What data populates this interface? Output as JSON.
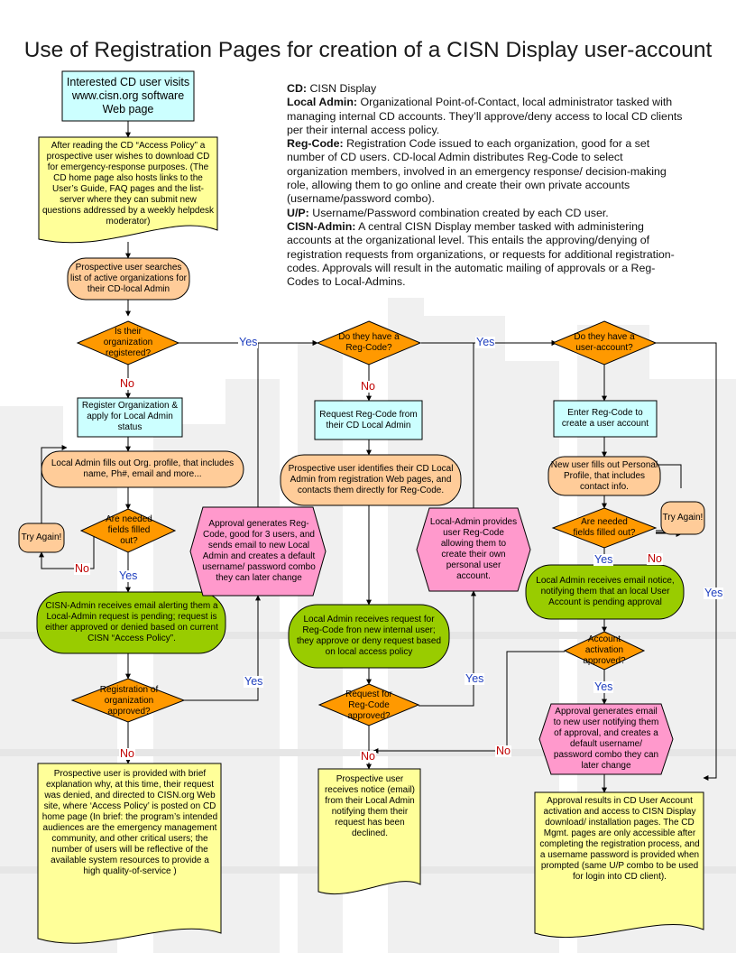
{
  "title": "Use of Registration Pages for creation of a CISN Display user-account",
  "legend": [
    {
      "term": "CD:",
      "text": " CISN Display"
    },
    {
      "term": "Local Admin:",
      "text": " Organizational Point-of-Contact, local administrator tasked with managing internal CD accounts. They’ll approve/deny access to local CD clients per their internal access policy."
    },
    {
      "term": "Reg-Code:",
      "text": " Registration Code issued to each organization, good for a set number of CD users. CD-local Admin distributes Reg-Code to select organization members, involved in an emergency response/ decision-making role, allowing them to go online and create their own private accounts (username/password combo)."
    },
    {
      "term": "U/P:",
      "text": " Username/Password combination created by each CD user."
    },
    {
      "term": "CISN-Admin:",
      "text": " A central CISN Display member tasked with administering accounts at the organizational level. This entails the approving/denying of registration requests from organizations, or requests for additional registration-codes.  Approvals will result in the automatic mailing of approvals or a Reg-Codes to Local-Admins."
    }
  ],
  "nodes": {
    "start": "Interested CD user visits www.cisn.org software Web page",
    "access_policy": "After reading the CD “Access Policy” a prospective user wishes to download CD for emergency-response purposes. (The CD home page also hosts links to the User’s Guide, FAQ pages and the list-server where they can submit new questions addressed by a weekly helpdesk moderator)",
    "search_orgs": "Prospective user searches list of active organizations for their CD-local Admin",
    "org_registered": "Is their organization registered?",
    "register_org": "Register Organization & apply for Local Admin status",
    "fill_org_profile": "Local Admin fills out Org. profile, that includes name, Ph#, email and more...",
    "fields_filled_1": "Are needed fields filled out?",
    "try_again_1": "Try Again!",
    "cisn_admin_email": "CISN-Admin receives email alerting them a Local-Admin request is pending; request is either approved or denied based on current CISN “Access Policy”.",
    "org_approved": "Registration of organization approved?",
    "org_denied": "Prospective user is provided with brief explanation why, at this time, their request was denied, and directed to CISN.org Web site, where ‘Access Policy’ is posted on CD home page (In brief: the program’s intended audiences are the emergency management community, and other critical users; the number of users will be reflective of the available system resources to provide a high quality-of-service )",
    "approval_regcode": "Approval generates Reg-Code, good for 3 users, and sends email to new Local Admin and creates a default username/ password combo they can later change",
    "have_regcode": "Do they have a Reg-Code?",
    "request_regcode": "Request Reg-Code from their CD Local Admin",
    "identify_local_admin": "Prospective user identifies their CD Local Admin from registration Web pages, and contacts them directly for Reg-Code.",
    "local_admin_provides": "Local-Admin provides user Reg-Code allowing them to create their own personal user account.",
    "local_admin_receives": "Local Admin receives request for Reg-Code fron new internal user; they approve or deny request based on local access policy",
    "regcode_approved": "Request for Reg-Code approved?",
    "regcode_declined": "Prospective user receives notice (email) from their Local Admin notifying them their request has been declined.",
    "have_account": "Do they have a user-account?",
    "enter_regcode": "Enter Reg-Code to create a user account",
    "fill_personal_profile": "New user fills out Personal Profile, that includes contact info.",
    "fields_filled_2": "Are needed fields filled out?",
    "try_again_2": "Try Again!",
    "local_admin_notice": "Local Admin receives email notice, notifying them that an local User Account is pending approval",
    "account_approved": "Account activation approved?",
    "approval_email": "Approval generates email to new user notifying them of approval, and creates a default username/ password combo they can later change",
    "activation": "Approval results in CD User Account activation and access to CISN Display download/ installation pages. The CD Mgmt. pages are only accessible after completing the registration process, and a username password is provided when prompted (same U/P combo to be used for login into CD client)."
  },
  "answers": {
    "yes": "Yes",
    "no": "No"
  },
  "colors": {
    "cyan": "#ccffff",
    "yellow": "#ffff99",
    "peach": "#ffcc99",
    "orange": "#ff9900",
    "green": "#99cc00",
    "pink": "#ff99cc",
    "yes_text": "#1f3fbf",
    "no_text": "#c00000"
  }
}
